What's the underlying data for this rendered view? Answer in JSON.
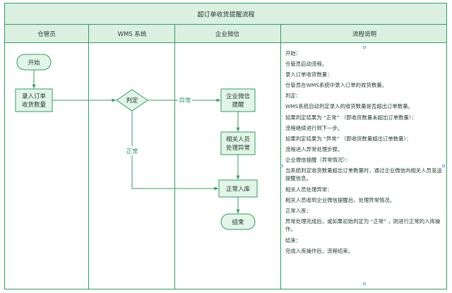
{
  "title": "超订单收货提醒流程",
  "lanes": {
    "warehouse": "仓管员",
    "wms": "WMS 系统",
    "wechat": "企业微信",
    "notes": "流程说明"
  },
  "nodes": {
    "start": "开始",
    "enter_line1": "录入订单",
    "enter_line2": "收货数量",
    "judge": "判定",
    "wechat_line1": "企业微信",
    "wechat_line2": "提醒",
    "handle_line1": "相关人员",
    "handle_line2": "处理异常",
    "normal_in": "正常入库",
    "end": "结束"
  },
  "edge_labels": {
    "abnormal": "异常",
    "normal": "正常"
  },
  "notes": [
    "开始：",
    "仓管员启动流程。",
    "录入订单收货数量：",
    "仓管员在WMS系统中录入订单的收货数量。",
    "判定：",
    "WMS系统自动判定录入的收货数量是否超出订单数量。",
    "如果判定结果为 “正常” （即收货数量未超出订单数量）：",
    "流程继续进行到下一步。",
    "如果判定结果为 “异常” （即收货数量超出订单数量）：",
    "流程进入异常处理步骤。",
    "企业微信提醒（异常情况）：",
    "当系统判定收货数量超出订单数量时，通过企业微信向相关人员发送提醒信息。",
    "相关人员处理异常：",
    "相关人员收到企业微信提醒后，处理异常情况。",
    "正常入库：",
    "异常处理完成后，或如果初始判定为 “正常” ，则进行正常的入库操作。",
    "结束：",
    "完成入库操作后，流程结束。"
  ],
  "colors": {
    "border": "#2f9e63",
    "header_fill": "#dbf0e1",
    "node_fill": "#e3f5e8",
    "text": "#1e3a2c"
  }
}
